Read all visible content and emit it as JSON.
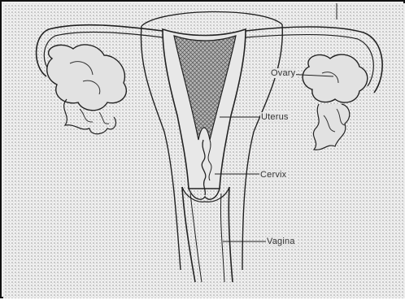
{
  "diagram": {
    "labels": {
      "ovary": "Ovary",
      "uterus": "Uterus",
      "cervix": "Cervix",
      "vagina": "Vagina"
    },
    "colors": {
      "ink": "#1a1a1a",
      "background": "#ededed",
      "uterus_fill": "#8a8a8a"
    }
  }
}
